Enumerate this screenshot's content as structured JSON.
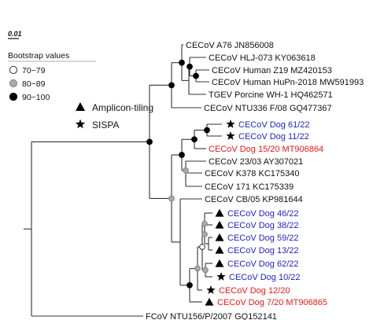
{
  "scale_bar": {
    "label": "0.01"
  },
  "bootstrap_legend": {
    "title": "Bootstrap values",
    "items": [
      {
        "label": "70~79",
        "fill": "#ffffff"
      },
      {
        "label": "80~89",
        "fill": "#a9a9a9"
      },
      {
        "label": "90~100",
        "fill": "#000000"
      }
    ]
  },
  "method_legend": {
    "items": [
      {
        "icon": "triangle-icon",
        "label": "Amplicon-tiling"
      },
      {
        "icon": "star-icon",
        "label": "SISPA"
      }
    ]
  },
  "colors": {
    "branch": "#333333",
    "blue": "#1f1fc8",
    "red": "#e81818",
    "black": "#111111"
  },
  "taxa": [
    {
      "label": "CECoV A76 JN856008",
      "color": "black",
      "marker": ""
    },
    {
      "label": "CECoV HLJ-073 KY063618",
      "color": "black",
      "marker": ""
    },
    {
      "label": "CECoV Human Z19 MZ420153",
      "color": "black",
      "marker": ""
    },
    {
      "label": "CECoV Human HuPn-2018 MW591993",
      "color": "black",
      "marker": ""
    },
    {
      "label": "TGEV Porcine WH-1 HQ462571",
      "color": "black",
      "marker": ""
    },
    {
      "label": "CECoV NTU336 F/08 GQ477367",
      "color": "black",
      "marker": ""
    },
    {
      "label": "CECoV Dog 61/22",
      "color": "blue",
      "marker": "star"
    },
    {
      "label": "CECoV Dog 11/22",
      "color": "blue",
      "marker": "star"
    },
    {
      "label": "CECoV Dog 15/20 MT906864",
      "color": "red",
      "marker": ""
    },
    {
      "label": "CECoV 23/03 AY307021",
      "color": "black",
      "marker": ""
    },
    {
      "label": "CECoV K378 KC175340",
      "color": "black",
      "marker": ""
    },
    {
      "label": "CECoV 171 KC175339",
      "color": "black",
      "marker": ""
    },
    {
      "label": "CECoV CB/05 KP981644",
      "color": "black",
      "marker": ""
    },
    {
      "label": "CECoV Dog 46/22",
      "color": "blue",
      "marker": "triangle"
    },
    {
      "label": "CECoV Dog 38/22",
      "color": "blue",
      "marker": "triangle"
    },
    {
      "label": "CECoV Dog 59/22",
      "color": "blue",
      "marker": "triangle"
    },
    {
      "label": "CECoV Dog 13/22",
      "color": "blue",
      "marker": "triangle"
    },
    {
      "label": "CECoV Dog 62/22",
      "color": "blue",
      "marker": "triangle"
    },
    {
      "label": "CECoV Dog 10/22",
      "color": "blue",
      "marker": "star"
    },
    {
      "label": "CECoV Dog 12/20",
      "color": "red",
      "marker": "star"
    },
    {
      "label": "CECoV Dog 7/20 MT906865",
      "color": "red",
      "marker": "triangle"
    },
    {
      "label": "FCoV NTU156/P/2007 GQ152141",
      "color": "black",
      "marker": ""
    }
  ]
}
